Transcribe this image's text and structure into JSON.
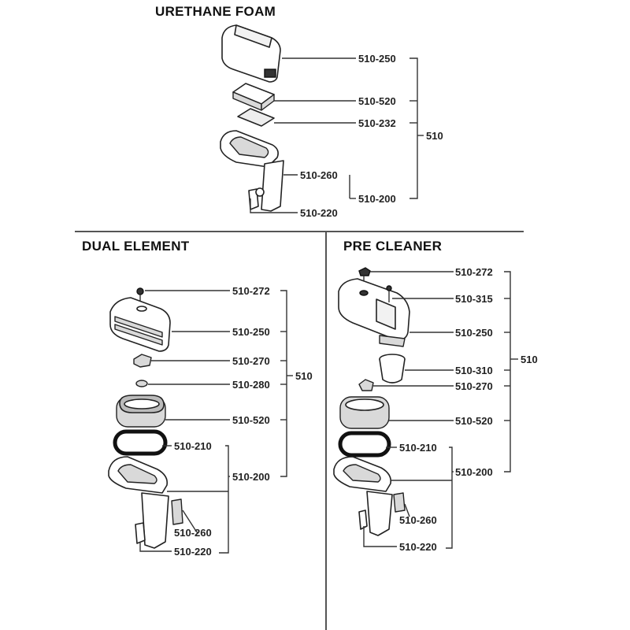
{
  "sections": {
    "urethane": {
      "title": "URETHANE FOAM",
      "labels": [
        "510-250",
        "510-520",
        "510-232",
        "510-260",
        "510-200",
        "510-220"
      ],
      "group": "510"
    },
    "dual": {
      "title": "DUAL ELEMENT",
      "labels": [
        "510-272",
        "510-250",
        "510-270",
        "510-280",
        "510-520",
        "510-210",
        "510-200",
        "510-260",
        "510-220"
      ],
      "group": "510"
    },
    "pre": {
      "title": "PRE CLEANER",
      "labels": [
        "510-272",
        "510-315",
        "510-250",
        "510-310",
        "510-270",
        "510-520",
        "510-210",
        "510-200",
        "510-260",
        "510-220"
      ],
      "group": "510"
    }
  }
}
